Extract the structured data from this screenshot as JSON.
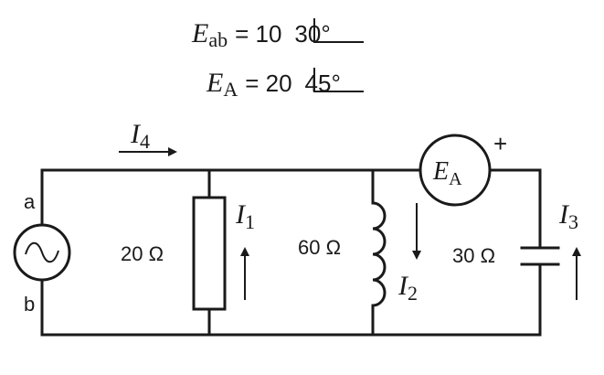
{
  "equations": {
    "eab": {
      "symbol": "E",
      "sub": "ab",
      "eq": "= 10",
      "angle": "30°"
    },
    "ea": {
      "symbol": "E",
      "sub": "A",
      "eq": "= 20",
      "angle": "45°"
    }
  },
  "source": {
    "terminal_top": "a",
    "terminal_bottom": "b"
  },
  "meter": {
    "symbol": "E",
    "sub": "A",
    "polarity": "+"
  },
  "resistor": {
    "value": "20 Ω"
  },
  "inductor": {
    "value": "60 Ω"
  },
  "capacitor": {
    "value": "30 Ω"
  },
  "currents": {
    "i1": {
      "symbol": "I",
      "sub": "1"
    },
    "i2": {
      "symbol": "I",
      "sub": "2"
    },
    "i3": {
      "symbol": "I",
      "sub": "3"
    },
    "i4": {
      "symbol": "I",
      "sub": "4"
    }
  }
}
